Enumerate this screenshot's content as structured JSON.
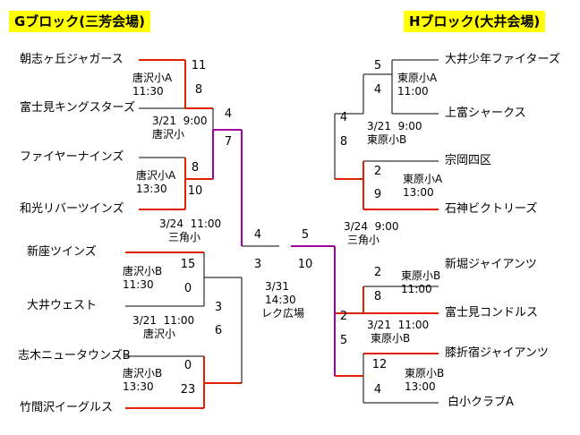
{
  "g_block": {
    "title": "Gブロック(三芳会場)",
    "teams": [
      "朝志ヶ丘ジャガース",
      "富士見キングスターズ",
      "ファイヤーナインズ",
      "和光リバーツインズ",
      "新座ツインズ",
      "大井ウェスト",
      "志木ニュータウンズB",
      "竹間沢イーグルス"
    ],
    "r1": [
      {
        "venue": "唐沢小A",
        "time": "11:30",
        "s1": "11",
        "s2": "8"
      },
      {
        "venue": "唐沢小A",
        "time": "13:30",
        "s1": "8",
        "s2": "10"
      },
      {
        "venue": "唐沢小B",
        "time": "11:30",
        "s1": "15",
        "s2": "0"
      },
      {
        "venue": "唐沢小B",
        "time": "13:30",
        "s1": "0",
        "s2": "23"
      }
    ],
    "r2": [
      {
        "date": "3/21",
        "time": "9:00",
        "venue": "唐沢小",
        "s1": "4",
        "s2": "7"
      },
      {
        "date": "3/21",
        "time": "11:00",
        "venue": "唐沢小",
        "s1": "3",
        "s2": "6"
      }
    ],
    "r3": {
      "date": "3/24",
      "time": "11:00",
      "venue": "三角小",
      "s1": "4",
      "s2": "3"
    }
  },
  "h_block": {
    "title": "Hブロック(大井会場)",
    "teams": [
      "大井少年ファイターズ",
      "上富シャークス",
      "宗岡四区",
      "石神ビクトリーズ",
      "新堀ジャイアンツ",
      "富士見コンドルス",
      "膝折宿ジャイアンツ",
      "白小クラブA"
    ],
    "r1": [
      {
        "venue": "東原小A",
        "time": "11:00",
        "s1": "5",
        "s2": "4"
      },
      {
        "venue": "東原小A",
        "time": "13:00",
        "s1": "2",
        "s2": "9"
      },
      {
        "venue": "東原小B",
        "time": "11:00",
        "s1": "2",
        "s2": "8"
      },
      {
        "venue": "東原小B",
        "time": "13:00",
        "s1": "12",
        "s2": "4"
      }
    ],
    "r2": [
      {
        "date": "3/21",
        "time": "9:00",
        "venue": "東原小B",
        "s1": "4",
        "s2": "8"
      },
      {
        "date": "3/21",
        "time": "11:00",
        "venue": "東原小B",
        "s1": "2",
        "s2": "5"
      }
    ],
    "r3": {
      "date": "3/24",
      "time": "9:00",
      "venue": "三角小",
      "s1": "5",
      "s2": "10"
    }
  },
  "final": {
    "date": "3/31",
    "time": "14:30",
    "venue": "レク広場"
  },
  "colors": {
    "loser": "#000000",
    "winner_r1": "#e02000",
    "winner_r2": "#a000a0",
    "title_bg": "#ffff00"
  }
}
